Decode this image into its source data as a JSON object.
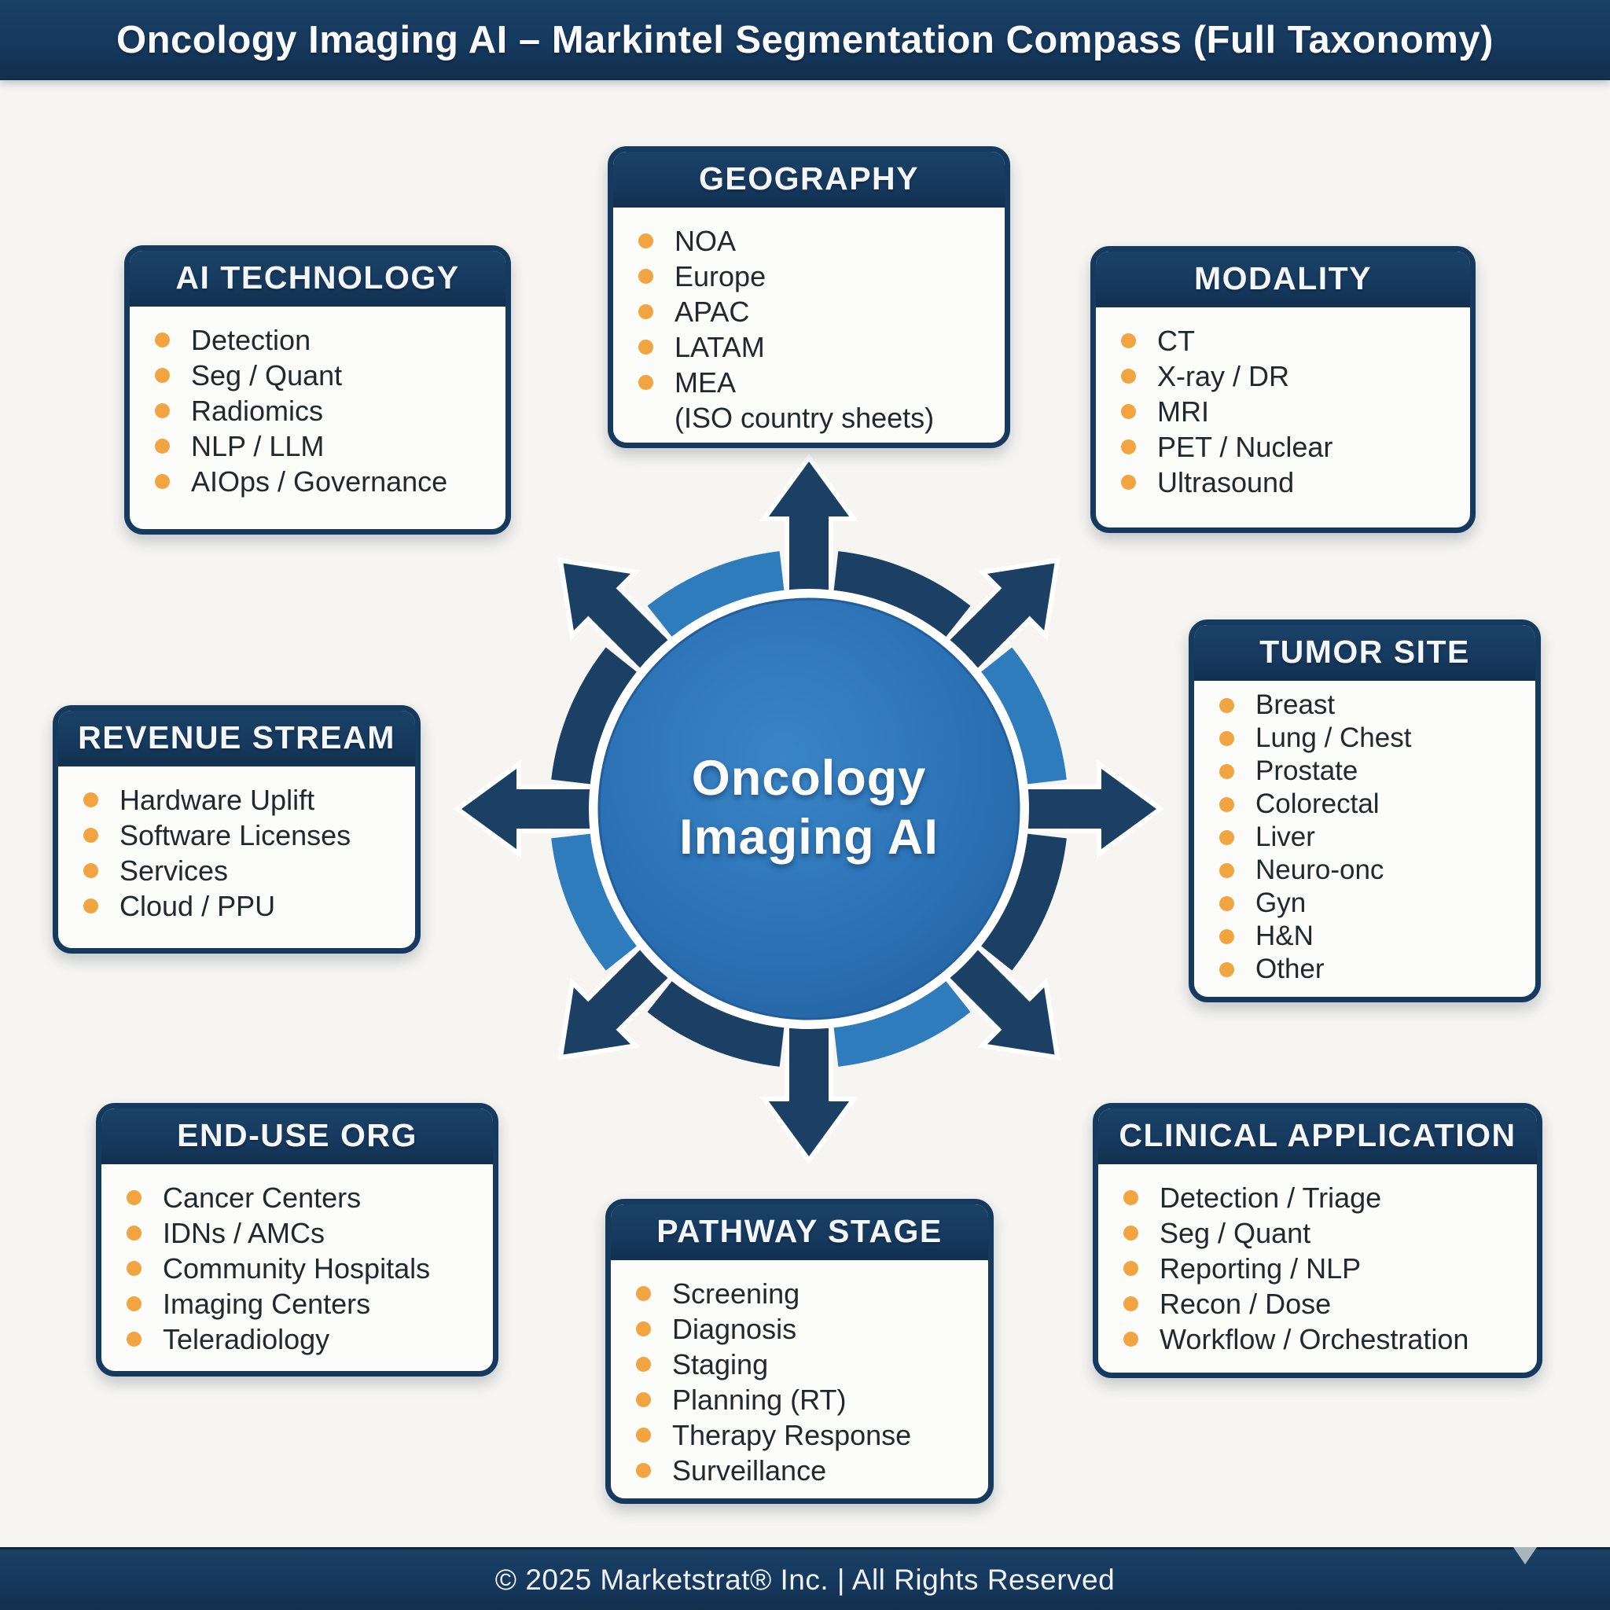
{
  "title": "Oncology Imaging AI – Markintel Segmentation Compass (Full Taxonomy)",
  "hub": {
    "label_line1": "Oncology",
    "label_line2": "Imaging AI"
  },
  "footer": {
    "copyright": "© 2025 Marketstrat® Inc. | All Rights Reserved"
  },
  "colors": {
    "navy": "#16395E",
    "arrow": "#1B4063",
    "ring_dark": "#1B4063",
    "ring_light": "#2F7CBD",
    "hub_fill": "#2B72B5",
    "hub_text": "#FFFFFF",
    "bullet": "#F2A441",
    "body_text": "#23282D",
    "page_bg": "#F6F5F2"
  },
  "boxes": {
    "geography": {
      "title": "GEOGRAPHY",
      "items": [
        "NOA",
        "Europe",
        "APAC",
        "LATAM",
        "MEA"
      ],
      "footnote": "(ISO country sheets)"
    },
    "ai_technology": {
      "title": "AI TECHNOLOGY",
      "items": [
        "Detection",
        "Seg / Quant",
        "Radiomics",
        "NLP / LLM",
        "AIOps / Governance"
      ]
    },
    "modality": {
      "title": "MODALITY",
      "items": [
        "CT",
        "X-ray / DR",
        "MRI",
        "PET / Nuclear",
        "Ultrasound"
      ]
    },
    "tumor_site": {
      "title": "TUMOR SITE",
      "items": [
        "Breast",
        "Lung / Chest",
        "Prostate",
        "Colorectal",
        "Liver",
        "Neuro-onc",
        "Gyn",
        "H&N",
        "Other"
      ]
    },
    "revenue_stream": {
      "title": "REVENUE STREAM",
      "items": [
        "Hardware Uplift",
        "Software Licenses",
        "Services",
        "Cloud / PPU"
      ]
    },
    "end_use_org": {
      "title": "END-USE ORG",
      "items": [
        "Cancer Centers",
        "IDNs / AMCs",
        "Community Hospitals",
        "Imaging Centers",
        "Teleradiology"
      ]
    },
    "pathway_stage": {
      "title": "PATHWAY STAGE",
      "items": [
        "Screening",
        "Diagnosis",
        "Staging",
        "Planning (RT)",
        "Therapy Response",
        "Surveillance"
      ]
    },
    "clinical_application": {
      "title": "CLINICAL APPLICATION",
      "items": [
        "Detection / Triage",
        "Seg / Quant",
        "Reporting / NLP",
        "Recon / Dose",
        "Workflow / Orchestration"
      ]
    }
  }
}
